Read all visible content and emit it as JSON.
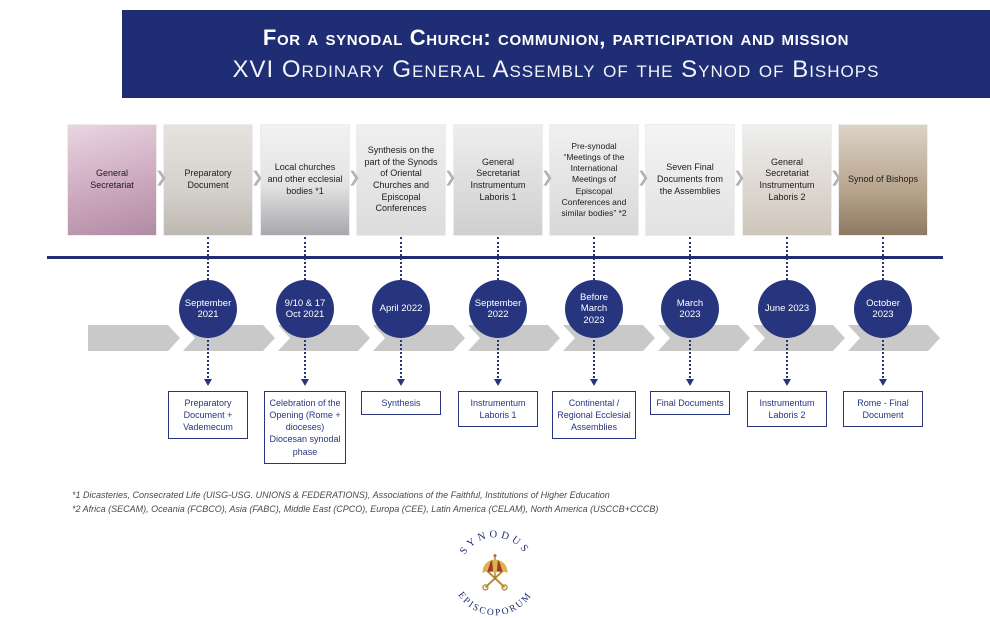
{
  "colors": {
    "navy": "#1f2d74",
    "circle_navy": "#27357f",
    "ribbon_gray": "#c9c9c9"
  },
  "header": {
    "title_line1": "For a synodal Church: communion, participation and mission",
    "title_line2": "XVI Ordinary General Assembly of the Synod of Bishops"
  },
  "top_boxes": [
    {
      "label": "General Secretariat"
    },
    {
      "label": "Preparatory Document"
    },
    {
      "label": "Local churches and other ecclesial bodies *1"
    },
    {
      "label": "Synthesis on the part of the Synods of Oriental Churches and Episcopal Conferences"
    },
    {
      "label": "General Secretariat Instrumentum Laboris 1"
    },
    {
      "label": "Pre-synodal “Meetings of the International Meetings of Episcopal Conferences and similar bodies” *2"
    },
    {
      "label": "Seven Final Documents from the Assemblies"
    },
    {
      "label": "General Secretariat Instrumentum Laboris 2"
    },
    {
      "label": "Synod of Bishops"
    }
  ],
  "timeline_nodes": [
    {
      "date": "September 2021",
      "deliverable": "Preparatory Document + Vademecum"
    },
    {
      "date": "9/10 & 17 Oct 2021",
      "deliverable": "Celebration of the Opening (Rome + dioceses) Diocesan synodal phase"
    },
    {
      "date": "April 2022",
      "deliverable": "Synthesis"
    },
    {
      "date": "September 2022",
      "deliverable": "Instrumentum Laboris 1"
    },
    {
      "date": "Before March 2023",
      "deliverable": "Continental / Regional Ecclesial Assemblies"
    },
    {
      "date": "March 2023",
      "deliverable": "Final Documents"
    },
    {
      "date": "June 2023",
      "deliverable": "Instrumentum Laboris 2"
    },
    {
      "date": "October 2023",
      "deliverable": "Rome - Final Document"
    }
  ],
  "footnotes": [
    "*1 Dicasteries, Consecrated Life (UISG-USG. UNIONS & FEDERATIONS), Associations of the Faithful, Institutions of Higher Education",
    "*2 Africa (SECAM), Oceania (FCBCO), Asia (FABC), Middle East (CPCO), Europa (CEE), Latin America (CELAM), North America (USCCB+CCCB)"
  ],
  "logo": {
    "top_text": "SYNODUS",
    "bottom_text": "EPISCOPORUM"
  }
}
